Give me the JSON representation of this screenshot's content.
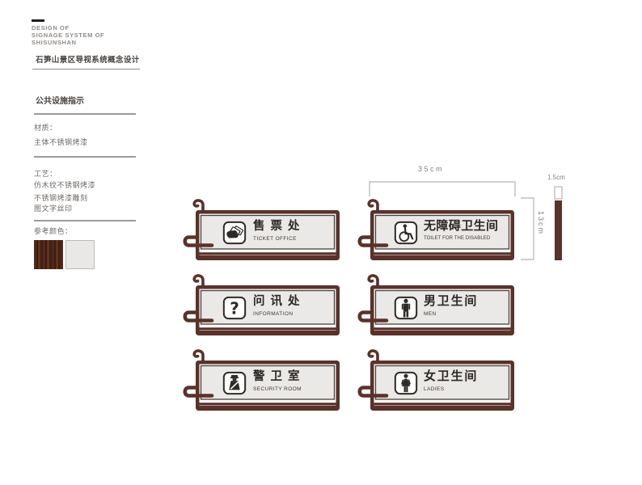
{
  "header": {
    "logo_line1": "DESIGN OF",
    "logo_line2": "SIGNAGE SYSTEM OF",
    "logo_line3": "SHISUNSHAN",
    "title": "石笋山景区导视系统概念设计"
  },
  "sidebar": {
    "section_title": "公共设施指示",
    "material_label": "材质：",
    "material_value": "主体不锈钢烤漆",
    "craft_label": "工艺：",
    "craft_items": [
      "仿木纹不锈钢烤漆",
      "不锈钢烤漆雕刻",
      "图文字丝印"
    ],
    "colors_label": "参考颜色：",
    "swatches": [
      {
        "name": "wood-brown",
        "hex": "#48231a"
      },
      {
        "name": "light-gray",
        "hex": "#e9e8e6"
      }
    ]
  },
  "signs": [
    {
      "zh": "售票处",
      "en": "TICKET OFFICE",
      "icon": "ticket-icon"
    },
    {
      "zh": "无障碍卫生间",
      "en": "TOILET FOR THE DISABLED",
      "icon": "wheelchair-icon"
    },
    {
      "zh": "问讯处",
      "en": "INFORMATION",
      "icon": "question-mark-icon"
    },
    {
      "zh": "男卫生间",
      "en": "MEN",
      "icon": "man-icon"
    },
    {
      "zh": "警卫室",
      "en": "SECURITY ROOM",
      "icon": "guard-icon"
    },
    {
      "zh": "女卫生间",
      "en": "LADIES",
      "icon": "woman-icon"
    }
  ],
  "dimensions": {
    "width_label": "35cm",
    "height_label": "13cm",
    "thickness_label": "1.5cm"
  },
  "palette": {
    "frame_brown": "#5a322a",
    "panel_gray": "#ebe9e7"
  }
}
